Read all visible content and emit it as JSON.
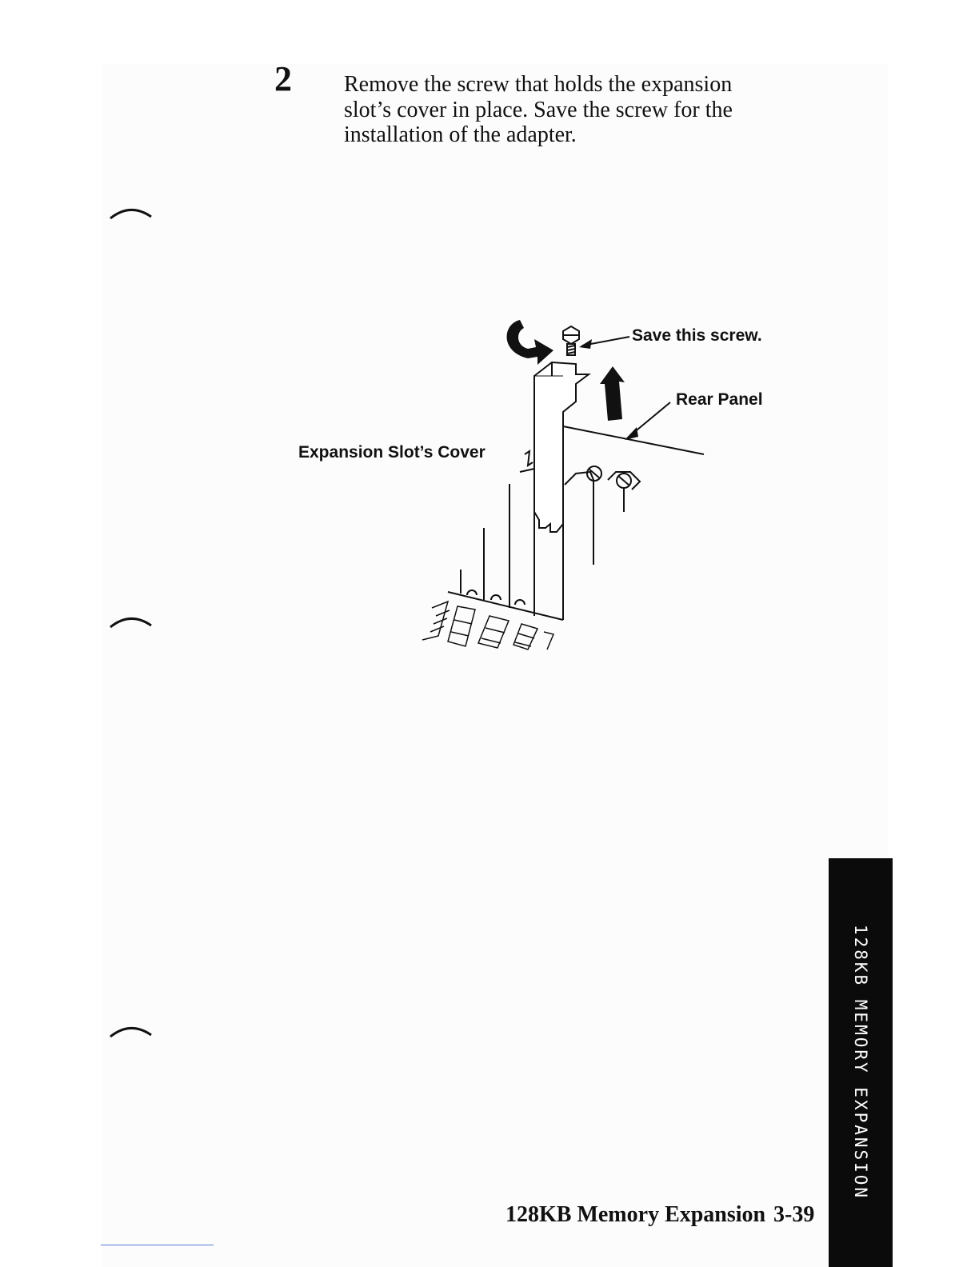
{
  "step": {
    "number": "2",
    "lines": [
      "Remove the screw that holds the expansion",
      "slot’s cover in place.  Save the screw for the",
      "installation of the adapter."
    ]
  },
  "figure": {
    "label_screw": "Save this screw.",
    "label_rear_panel": "Rear Panel",
    "label_slot_cover": "Expansion Slot’s Cover"
  },
  "side_tab": {
    "text": "128KB MEMORY EXPANSION"
  },
  "footer": {
    "title": "128KB Memory Expansion",
    "page": "3-39"
  },
  "colors": {
    "ink": "#111111",
    "tab": "#0b0b0b",
    "link": "#5b7bd5"
  }
}
